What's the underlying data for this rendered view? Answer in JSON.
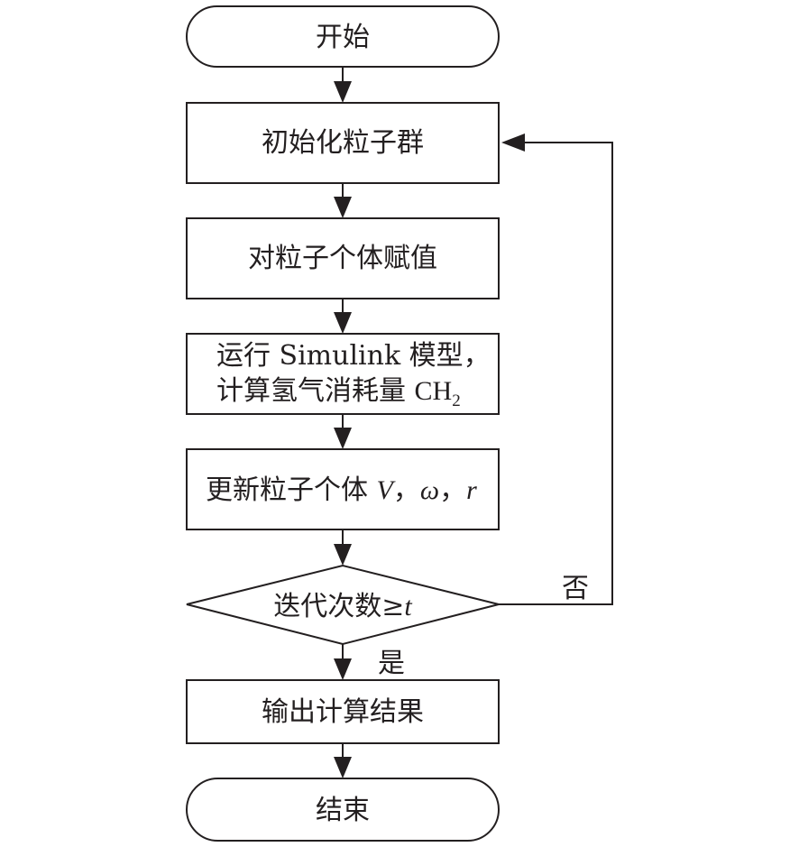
{
  "flowchart": {
    "start": {
      "label": "开始"
    },
    "init": {
      "label": "初始化粒子群"
    },
    "assign": {
      "label": "对粒子个体赋值"
    },
    "simulate": {
      "line1": "运行 Simulink 模型，",
      "line2_prefix": "计算氢气消耗量 ",
      "line2_symbol": "CH",
      "line2_subscript": "2"
    },
    "update": {
      "prefix": "更新粒子个体 ",
      "var_v": "V",
      "sep1": "，",
      "var_omega": "ω",
      "sep2": "，",
      "var_r": "r"
    },
    "decision": {
      "prefix": "迭代次数≥",
      "var_t": "t"
    },
    "output": {
      "label": "输出计算结果"
    },
    "end": {
      "label": "结束"
    },
    "edges": {
      "no_label": "否",
      "yes_label": "是"
    }
  },
  "colors": {
    "stroke": "#231f20",
    "fill": "#ffffff",
    "text": "#231f20"
  }
}
